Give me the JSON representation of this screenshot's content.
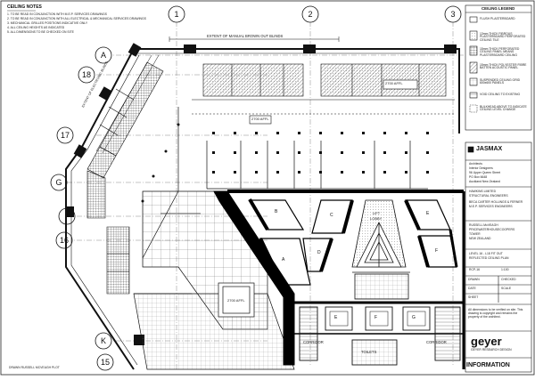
{
  "notes": {
    "title": "CEILING NOTES",
    "lines": [
      "1. TO BE READ IN CONJUNCTION WITH M.E.P. SERVICES DRAWINGS",
      "2. TO BE READ IN CONJUNCTION WITH ALL ELECTRICAL & MECHANICAL SERVICES DRAWINGS",
      "3. MECHANICAL GRILLES POSITIONS INDICATIVE ONLY",
      "4. ALL CEILING HEIGHTS AS INDICATED",
      "5. ALL DIMENSIONS TO BE CHECKED ON SITE"
    ]
  },
  "legend": {
    "title": "CEILING LEGEND",
    "items": [
      "FLUSH PLASTERBOARD",
      "13mm THICK FIBROUS PLASTERBOARD PERFORATED CEILING TILE",
      "15mm THICK PERFORATED CEILING PANEL MEANS PLASTERBOARD CEILING",
      "15mm THICK POLYESTER FIBRE BATTEN ACOUSTIC PANEL",
      "SUSPENDED CEILING GRID 600x600 PANELS",
      "VOID CEILING TO EXISTING",
      "BULKHEAD ABOVE TO INDICATE CEILING LEVEL CHANGE"
    ]
  },
  "grid": {
    "top": [
      "1",
      "2",
      "3"
    ],
    "left": [
      "A",
      "18",
      "17",
      "G",
      "F",
      "16",
      "K",
      "15"
    ]
  },
  "plan": {
    "blinds_label": "EXTENT OF MANUAL BROWN OUT BLINDS",
    "rl_labels": [
      "2700 AFFL",
      "2700 AFFL",
      "2700 AFFL"
    ],
    "zone_labels": [
      "LIFT",
      "LOBBY",
      "CORRIDOR",
      "CORRIDOR",
      "TOILETS"
    ],
    "room_letters": [
      "E",
      "F",
      "G",
      "B",
      "A",
      "C",
      "D",
      "E",
      "F"
    ],
    "diagonal_note": "EXTENT OF ELECTRONIC BLINDS"
  },
  "titleblock": {
    "firm": "JASMAX",
    "firm_sub": [
      "Architects",
      "Interior Designers",
      "96 Upper Queen Street",
      "PO Box 6648",
      "Auckland New Zealand"
    ],
    "consultants": [
      "HAWKINS LIMITED",
      "STRUCTURAL ENGINEERS",
      "BECA CARTER HOLLINGS & FERNER",
      "M.E.P. SERVICES ENGINEERS"
    ],
    "project": [
      "RUSSELL McVEAGH",
      "PRICEWATERHOUSECOOPERS",
      "TOWER",
      "NEW ZEALAND"
    ],
    "drawing": [
      "LEVEL 16 - L18 FIT OUT",
      "REFLECTED CEILING PLAN"
    ],
    "sheet_no": "RCP-16",
    "scale": "1:100",
    "info_rows": [
      "DRAWN",
      "CHECKED",
      "DATE",
      "SCALE",
      "SHEET"
    ],
    "disclaimer": "All dimensions to be verified on site. This drawing is copyright and remains the property of the architect.",
    "client_logo": "geyer",
    "client_sub": "GEYER RESEARCH DESIGN",
    "status": "INFORMATION",
    "footer_left": "DRAWN RUSSELL MCVEAGH PLOT"
  },
  "colors": {
    "ink": "#111111",
    "paper": "#ffffff",
    "hatch": "#555555"
  }
}
